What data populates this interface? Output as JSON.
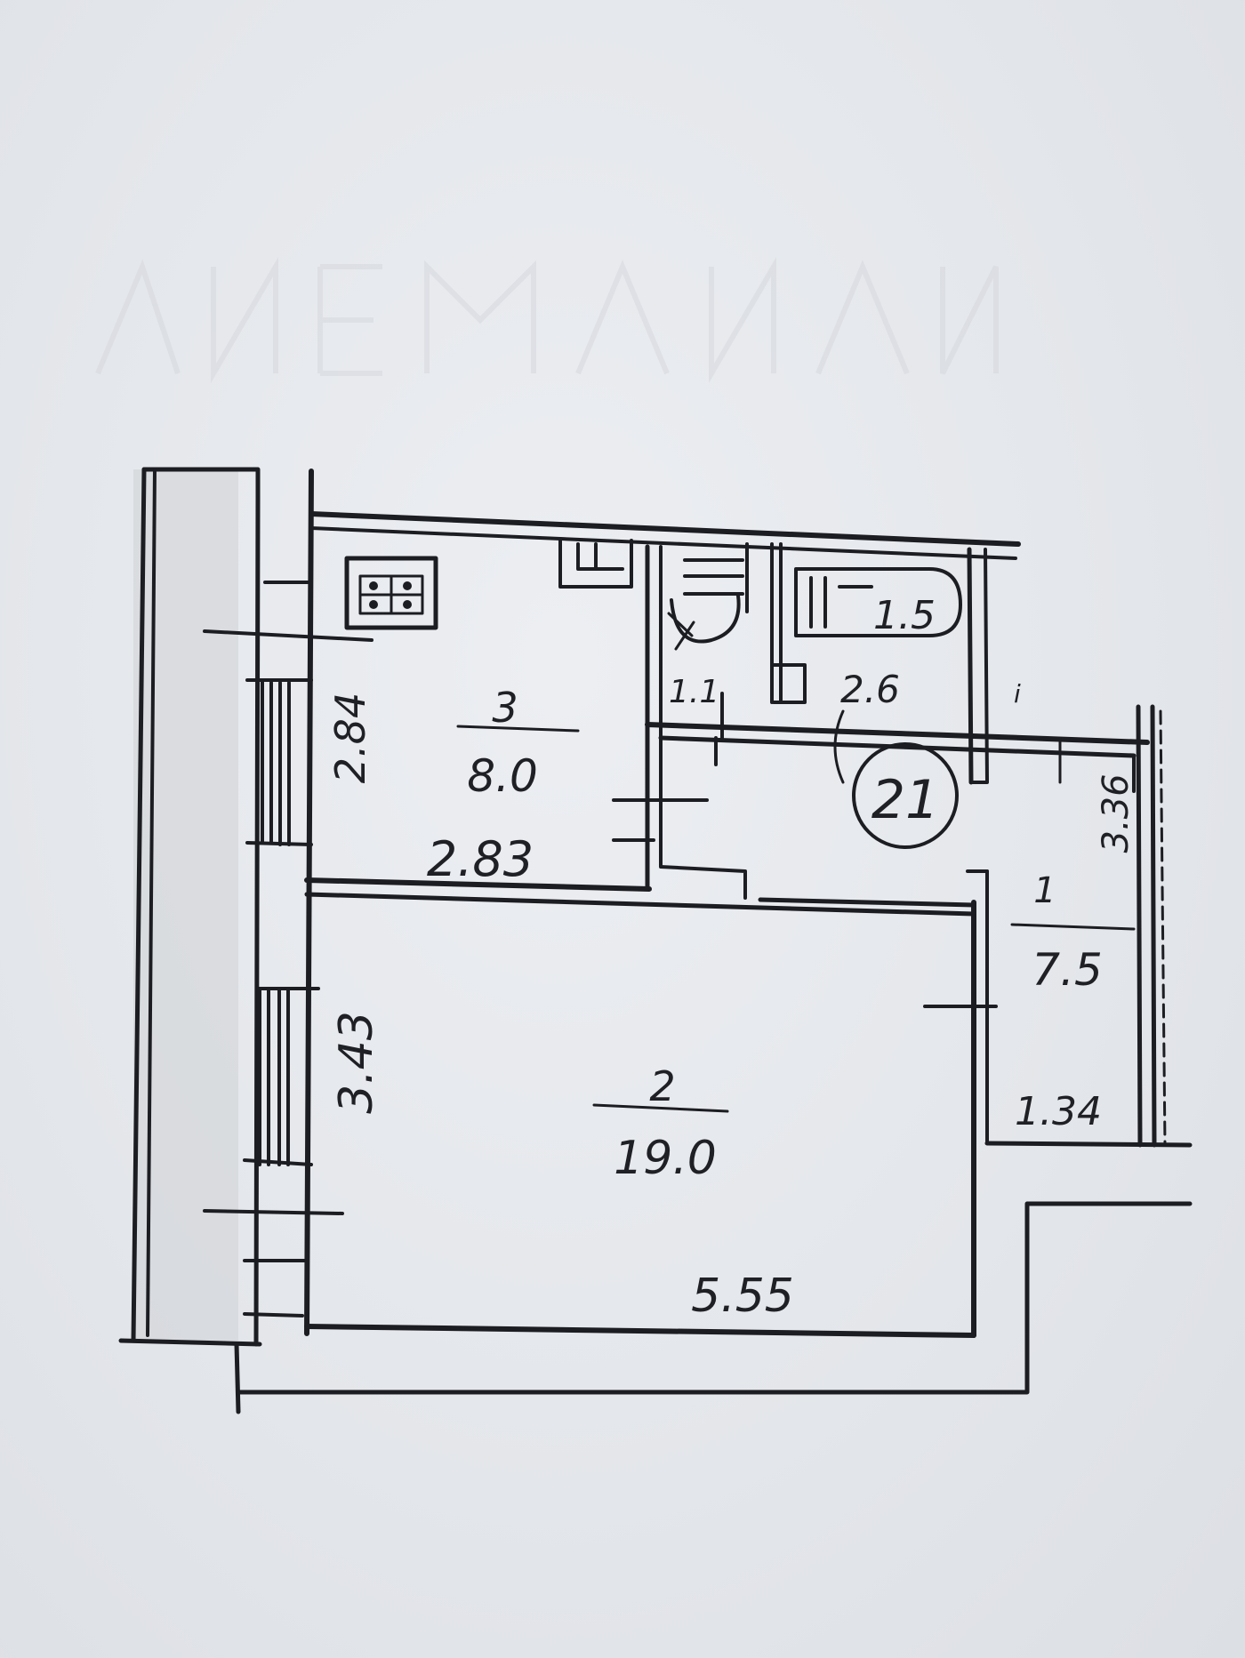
{
  "floor_plan": {
    "rooms": [
      {
        "number": "1",
        "area": "7.5"
      },
      {
        "number": "2",
        "area": "19.0"
      },
      {
        "number": "3",
        "area": "8.0"
      }
    ],
    "wet_rooms": {
      "toilet_area": "1.1",
      "bathroom_area": "2.6"
    },
    "dimensions": {
      "kitchen_depth": "2.84",
      "kitchen_width": "2.83",
      "living_depth": "3.43",
      "living_width": "5.55",
      "hall_depth": "3.36",
      "hall_width": "1.34"
    },
    "circled_mark": "21",
    "bathtub_mark": "1.5",
    "small_mark": "i"
  }
}
